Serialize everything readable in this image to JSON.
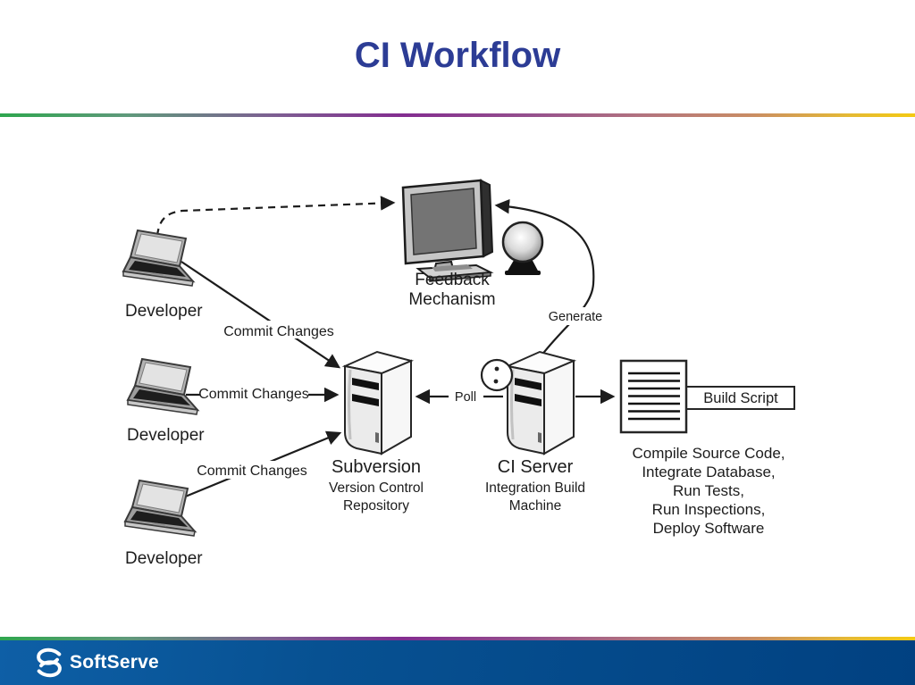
{
  "slide": {
    "title": "CI Workflow",
    "colors": {
      "title_blue": "#2c3c95",
      "footer_blue": "#075192",
      "gradient_left_green": "#2ea64e",
      "gradient_purple": "#832d90",
      "gradient_right_gold": "#f4ca12",
      "diagram_ink": "#1c1c1c"
    }
  },
  "diagram": {
    "developers": [
      {
        "label": "Developer"
      },
      {
        "label": "Developer"
      },
      {
        "label": "Developer"
      }
    ],
    "feedback": {
      "line1": "Feedback",
      "line2": "Mechanism"
    },
    "subversion": {
      "title": "Subversion",
      "sub1": "Version Control",
      "sub2": "Repository"
    },
    "ci_server": {
      "title": "CI Server",
      "sub1": "Integration Build",
      "sub2": "Machine"
    },
    "arrows": {
      "commit1": "Commit Changes",
      "commit2": "Commit Changes",
      "commit3": "Commit Changes",
      "poll": "Poll",
      "generate": "Generate"
    },
    "build_script": {
      "label": "Build Script"
    },
    "script_steps": [
      "Compile Source Code,",
      "Integrate Database,",
      "Run Tests,",
      "Run Inspections,",
      "Deploy Software"
    ]
  },
  "footer": {
    "brand": "SoftServe"
  }
}
